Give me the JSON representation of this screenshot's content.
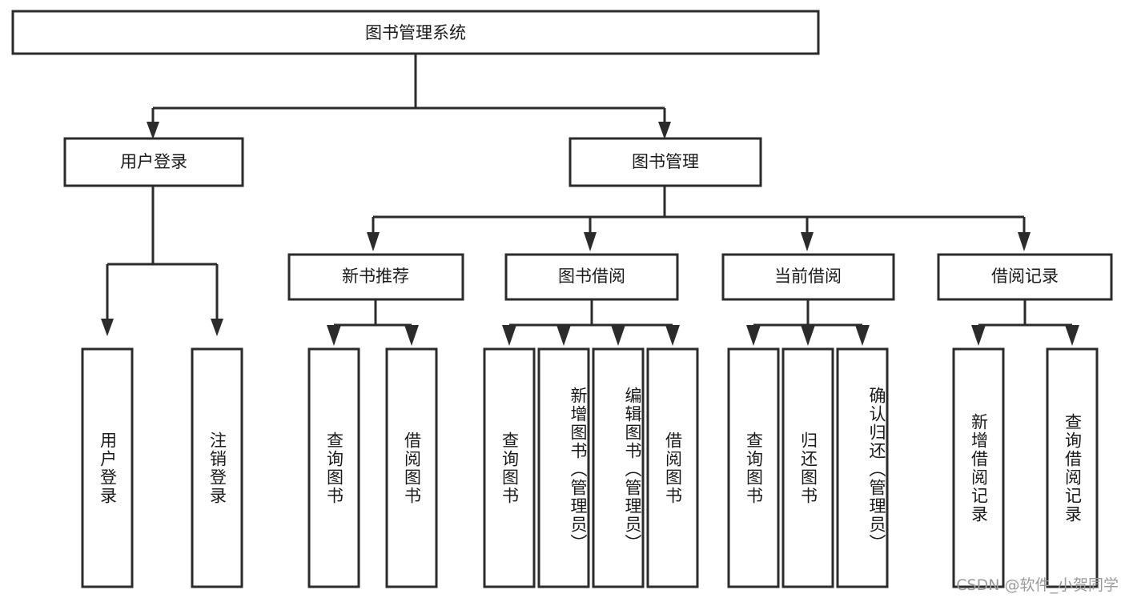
{
  "diagram": {
    "type": "tree-hierarchy-chart",
    "title": "图书管理系统",
    "background_color": "#ffffff",
    "line_color": "#2b2b2b",
    "text_color": "#1a1a1a",
    "root": {
      "id": "root",
      "label": "图书管理系统"
    },
    "level1": [
      {
        "id": "user-login",
        "label": "用户登录"
      },
      {
        "id": "book-management",
        "label": "图书管理"
      }
    ],
    "level2": [
      {
        "id": "new-book-recommend",
        "label": "新书推荐",
        "parent": "book-management"
      },
      {
        "id": "book-borrow",
        "label": "图书借阅",
        "parent": "book-management"
      },
      {
        "id": "current-borrow",
        "label": "当前借阅",
        "parent": "book-management"
      },
      {
        "id": "borrow-record",
        "label": "借阅记录",
        "parent": "book-management"
      }
    ],
    "leaves": {
      "user-login": [
        {
          "id": "leaf-user-login",
          "label": "用户登录"
        },
        {
          "id": "leaf-user-logout",
          "label": "注销登录"
        }
      ],
      "new-book-recommend": [
        {
          "id": "leaf-query-book-1",
          "label": "查询图书"
        },
        {
          "id": "leaf-borrow-book-1",
          "label": "借阅图书"
        }
      ],
      "book-borrow": [
        {
          "id": "leaf-query-book-2",
          "label": "查询图书"
        },
        {
          "id": "leaf-add-book",
          "label": "新增图书（管理员）"
        },
        {
          "id": "leaf-edit-book",
          "label": "编辑图书（管理员）"
        },
        {
          "id": "leaf-borrow-book-2",
          "label": "借阅图书"
        }
      ],
      "current-borrow": [
        {
          "id": "leaf-query-book-3",
          "label": "查询图书"
        },
        {
          "id": "leaf-return-book",
          "label": "归还图书"
        },
        {
          "id": "leaf-confirm-return",
          "label": "确认归还（管理员）"
        }
      ],
      "borrow-record": [
        {
          "id": "leaf-add-record",
          "label": "新增借阅记录"
        },
        {
          "id": "leaf-query-record",
          "label": "查询借阅记录"
        }
      ]
    }
  },
  "watermark": {
    "text": "CSDN @软件_小贺同学"
  }
}
